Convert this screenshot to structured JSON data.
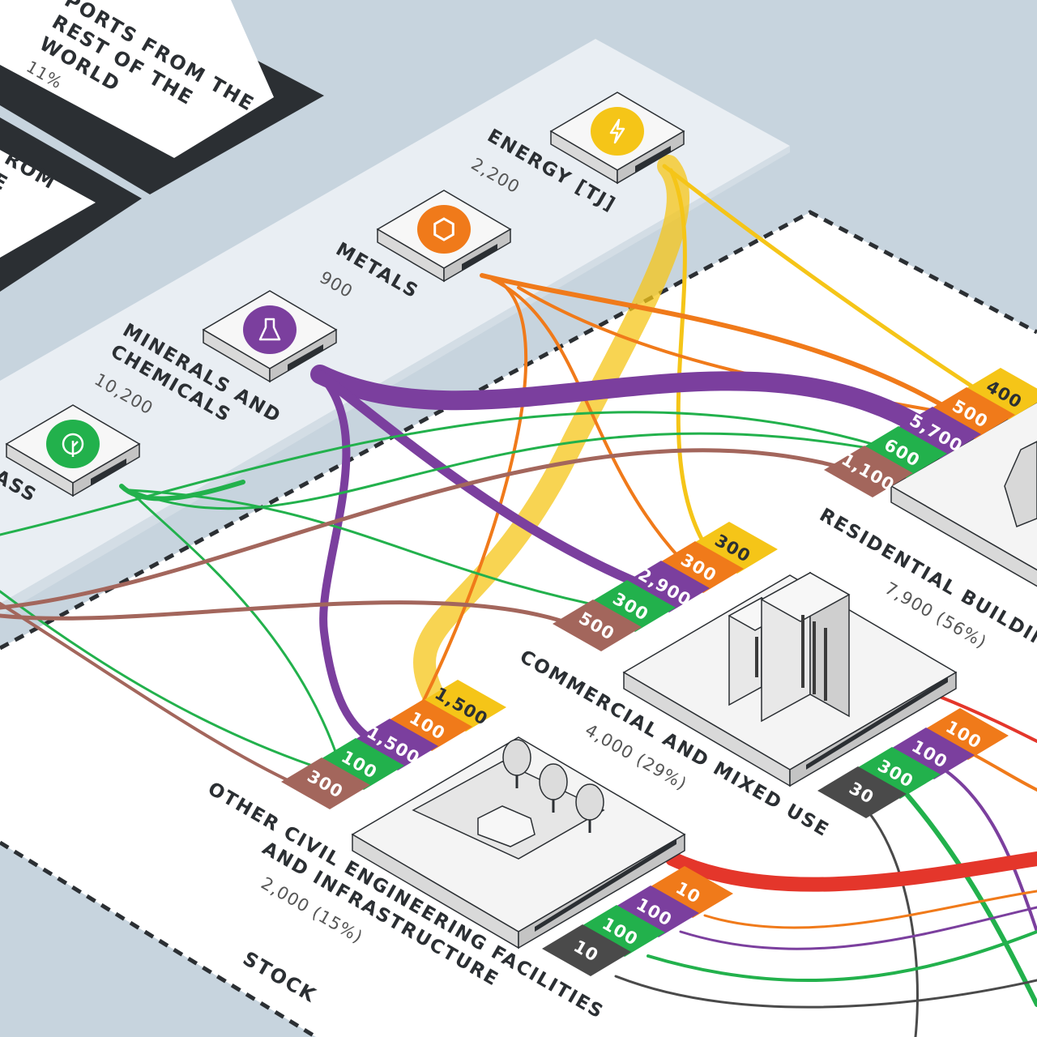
{
  "imports": {
    "top": {
      "title_lines": [
        "PORTS FROM THE",
        "REST OF THE",
        "WORLD"
      ],
      "share": "11%"
    },
    "second": {
      "title_lines": [
        "ROM",
        "E"
      ]
    }
  },
  "sources": [
    {
      "id": "energy",
      "name_lines": [
        "ENERGY [TJ]"
      ],
      "value": "2,200",
      "color": "#f5c518",
      "icon": "lightning-icon"
    },
    {
      "id": "metals",
      "name_lines": [
        "METALS"
      ],
      "value": "900",
      "color": "#f07a1a",
      "icon": "hexagon-icon"
    },
    {
      "id": "minerals",
      "name_lines": [
        "MINERALS AND",
        "CHEMICALS"
      ],
      "value": "10,200",
      "color": "#7b3f9e",
      "icon": "flask-icon"
    },
    {
      "id": "biomass",
      "name_lines": [
        "MASS"
      ],
      "value": "",
      "color": "#22b14c",
      "icon": "leaf-icon"
    }
  ],
  "stock": {
    "label": "STOCK",
    "destinations": [
      {
        "id": "residential",
        "name_lines": [
          "RESIDENTIAL BUILDIN"
        ],
        "value": "7,900 (56%)",
        "tags": [
          "400",
          "500",
          "5,700",
          "600",
          "1,100"
        ]
      },
      {
        "id": "commercial",
        "name_lines": [
          "COMMERCIAL AND MIXED USE"
        ],
        "value": "4,000 (29%)",
        "tags": [
          "300",
          "300",
          "2,900",
          "300",
          "500"
        ]
      },
      {
        "id": "civil",
        "name_lines": [
          "OTHER CIVIL ENGINEERING FACILITIES",
          "AND INFRASTRUCTURE"
        ],
        "value": "2,000 (15%)",
        "tags": [
          "1,500",
          "100",
          "1,500",
          "100",
          "300"
        ]
      }
    ]
  },
  "outflows": {
    "commercial": [
      "100",
      "100",
      "300",
      "30"
    ],
    "civil": [
      "10",
      "100",
      "100",
      "10"
    ]
  },
  "colors": {
    "energy": "#f5c518",
    "metals": "#f07a1a",
    "minerals": "#7b3f9e",
    "biomass": "#22b14c",
    "other": "#a3665c",
    "waste": "#4a4a4a",
    "emission": "#e4362b"
  }
}
